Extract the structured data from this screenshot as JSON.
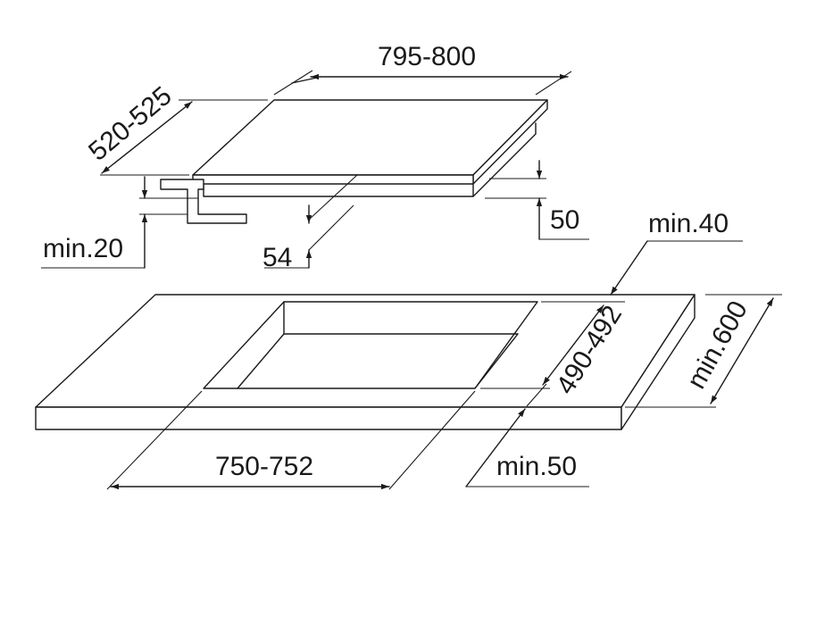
{
  "dimensions": {
    "hob_width": "795-800",
    "hob_depth": "520-525",
    "hob_thickness": "50",
    "frame_height": "54",
    "min_clearance_bottom": "min.20",
    "min_rear_gap": "min.40",
    "cutout_depth": "490-492",
    "worktop_depth": "min.600",
    "cutout_width": "750-752",
    "min_front_gap": "min.50"
  },
  "colors": {
    "line": "#1a1a1a",
    "background": "#ffffff"
  }
}
